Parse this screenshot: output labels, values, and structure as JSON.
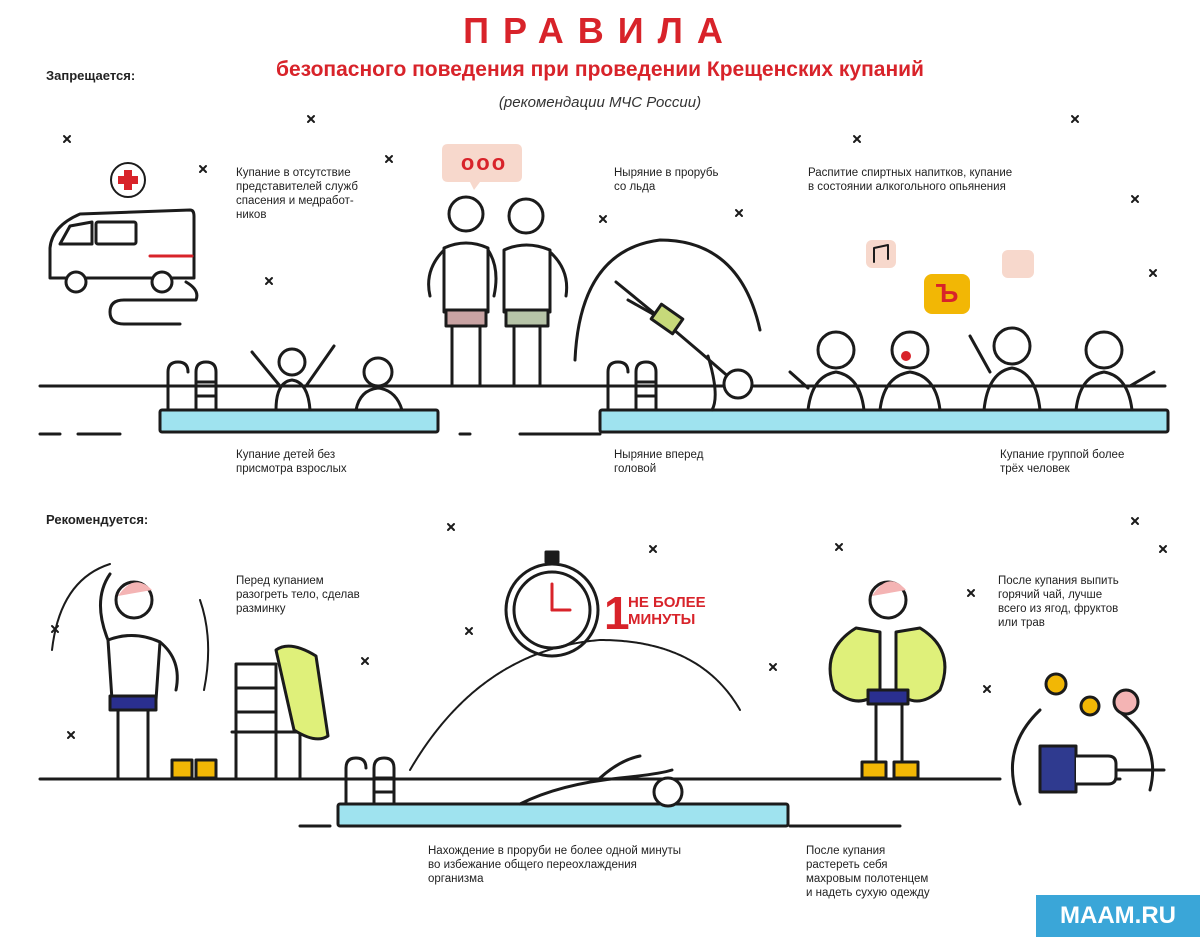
{
  "header": {
    "title": "ПРАВИЛА",
    "subtitle": "безопасного поведения при проведении Крещенских купаний",
    "note": "(рекомендации МЧС России)"
  },
  "sections": {
    "forbidden": "Запрещается:",
    "recommended": "Рекомендуется:"
  },
  "forbidden_captions": [
    "Купание в отсутствие\nпредставителей служб\nспасения и медработ-\nников",
    "Ныряние в прорубь\nсо льда",
    "Распитие спиртных напитков, купание\nв состоянии алкогольного опьянения",
    "Купание детей без\nприсмотра взрослых",
    "Ныряние вперед\nголовой",
    "Купание группой более\nтрёх человек"
  ],
  "recommended_captions": [
    "Перед купанием\nразогреть тело, сделав\nразминку",
    "После купания выпить\nгорячий чай, лучше\nвсего из ягод, фруктов\nили трав",
    "Нахождение в проруби не более одной минуты\nво избежание общего переохлаждения\nорганизма",
    "После купания\nрастереть себя\nмахровым полотенцем\nи надеть сухую одежду"
  ],
  "timer": {
    "number": "1",
    "limit_label": "НЕ БОЛЕЕ\nМИНУТЫ"
  },
  "bubbles": {
    "chat": "ooo",
    "drunk": "Ъ"
  },
  "watermark": "MAAM.RU",
  "colors": {
    "accent": "#d8232a",
    "water": "#9fe3ef",
    "towel": "#dff07a",
    "line": "#1b1b1b",
    "mug": "#2f3a8f",
    "swimwear": "#2a2f8f"
  }
}
